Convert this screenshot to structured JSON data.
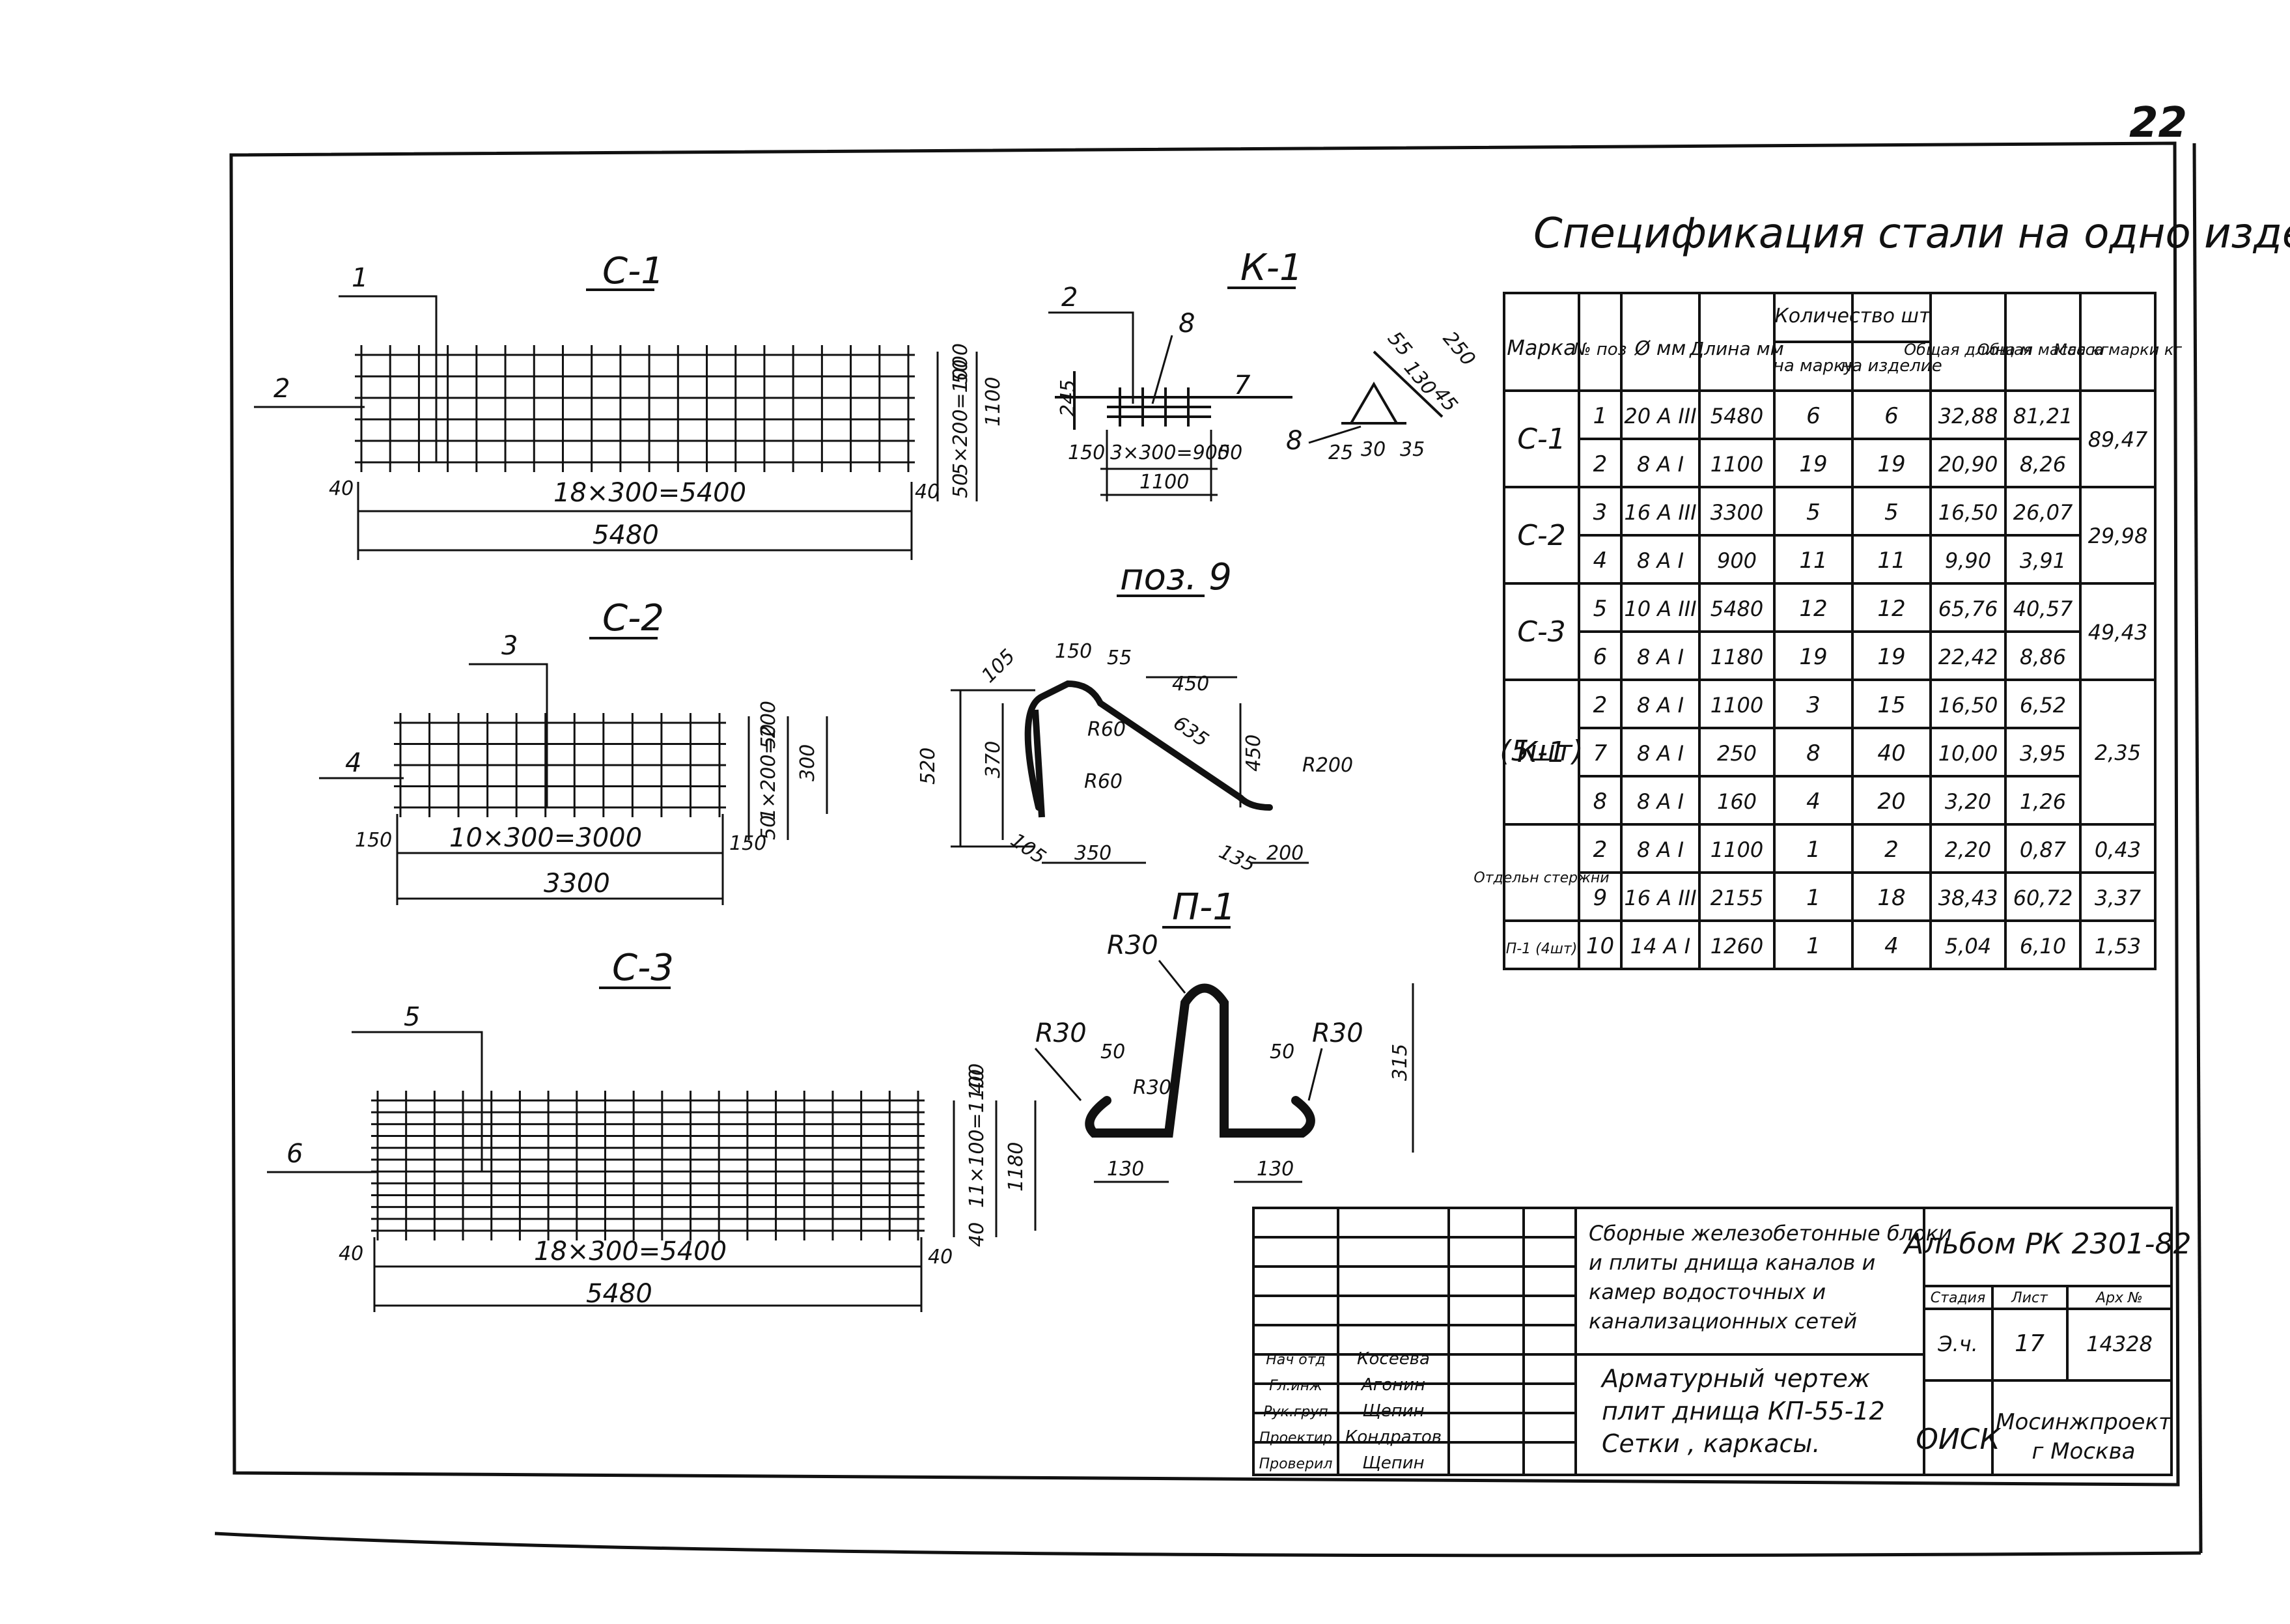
{
  "page_number": "22",
  "drawings": {
    "c1": {
      "title": "С-1",
      "pos_a": "1",
      "pos_b": "2",
      "dim_40l": "40",
      "dim_40r": "40",
      "dim_span": "18×300=5400",
      "dim_total": "5480",
      "dim_50a": "50",
      "dim_1100": "1100",
      "dim_inner": "5×200=1000",
      "dim_50b": "50"
    },
    "k1": {
      "title": "К-1",
      "pos_2": "2",
      "pos_8": "8",
      "pos_7": "7",
      "pos_8b": "8",
      "dim_245": "245",
      "dim_150": "150",
      "dim_span": "3×300=900",
      "dim_50": "50",
      "dim_1100": "1100",
      "d55": "55",
      "d250": "250",
      "d130": "130",
      "d45": "45",
      "d25": "25",
      "d30": "30",
      "d35": "35"
    },
    "poz9": {
      "title": "поз. 9",
      "d105a": "105",
      "d150": "150",
      "d55": "55",
      "d450a": "450",
      "dR60a": "R60",
      "d635": "635",
      "d450b": "450",
      "dR200": "R200",
      "d520": "520",
      "d370": "370",
      "dR60b": "R60",
      "d105b": "105",
      "d350": "350",
      "d135": "135",
      "d200": "200"
    },
    "c2": {
      "title": "С-2",
      "pos_3": "3",
      "pos_4": "4",
      "dim_150l": "150",
      "dim_span": "10×300=3000",
      "dim_150r": "150",
      "dim_total": "3300",
      "dim_50a": "50",
      "dim_inner": "1×200=200",
      "dim_300": "300",
      "dim_50b": "50"
    },
    "p1": {
      "title": "П-1",
      "dR30top": "R30",
      "dR30l": "R30",
      "d50l": "50",
      "dR30mid": "R30",
      "d50r": "50",
      "dR30r": "R30",
      "d315": "315",
      "d130l": "130",
      "d130r": "130"
    },
    "c3": {
      "title": "С-3",
      "pos_5": "5",
      "pos_6": "6",
      "dim_40l": "40",
      "dim_span": "18×300=5400",
      "dim_40r": "40",
      "dim_total": "5480",
      "dim_40a": "40",
      "dim_inner": "11×100=1100",
      "dim_40b": "40",
      "dim_1180": "1180"
    }
  },
  "spec": {
    "title": "Спецификация стали на одно изделие",
    "headers": {
      "marka": "Марка",
      "poz": "№ поз",
      "dia": "Ø мм",
      "dlina": "Длина мм",
      "kolvo": "Количество шт",
      "na_marku": "на марку",
      "na_izdelie": "на изделие",
      "obsh_dlina": "Общая длина м",
      "obsh_massa": "Общая масса кг",
      "massa_marki": "Масса марки кг"
    },
    "rows": [
      {
        "marka": "С-1",
        "poz": "1",
        "dia": "20 А III",
        "len": "5480",
        "nm": "6",
        "ni": "6",
        "od": "32,88",
        "om": "81,21",
        "mm": "89,47"
      },
      {
        "marka": "",
        "poz": "2",
        "dia": "8 А I",
        "len": "1100",
        "nm": "19",
        "ni": "19",
        "od": "20,90",
        "om": "8,26",
        "mm": ""
      },
      {
        "marka": "С-2",
        "poz": "3",
        "dia": "16 А III",
        "len": "3300",
        "nm": "5",
        "ni": "5",
        "od": "16,50",
        "om": "26,07",
        "mm": "29,98"
      },
      {
        "marka": "",
        "poz": "4",
        "dia": "8 А I",
        "len": "900",
        "nm": "11",
        "ni": "11",
        "od": "9,90",
        "om": "3,91",
        "mm": ""
      },
      {
        "marka": "С-3",
        "poz": "5",
        "dia": "10 А III",
        "len": "5480",
        "nm": "12",
        "ni": "12",
        "od": "65,76",
        "om": "40,57",
        "mm": "49,43"
      },
      {
        "marka": "",
        "poz": "6",
        "dia": "8 А I",
        "len": "1180",
        "nm": "19",
        "ni": "19",
        "od": "22,42",
        "om": "8,86",
        "mm": ""
      },
      {
        "marka": "К-1",
        "poz": "2",
        "dia": "8 А I",
        "len": "1100",
        "nm": "3",
        "ni": "15",
        "od": "16,50",
        "om": "6,52",
        "mm": "2,35"
      },
      {
        "marka": "(5шт)",
        "poz": "7",
        "dia": "8 А I",
        "len": "250",
        "nm": "8",
        "ni": "40",
        "od": "10,00",
        "om": "3,95",
        "mm": ""
      },
      {
        "marka": "",
        "poz": "8",
        "dia": "8 А I",
        "len": "160",
        "nm": "4",
        "ni": "20",
        "od": "3,20",
        "om": "1,26",
        "mm": ""
      },
      {
        "marka": "Отдельн стержни",
        "poz": "2",
        "dia": "8 А I",
        "len": "1100",
        "nm": "1",
        "ni": "2",
        "od": "2,20",
        "om": "0,87",
        "mm": "0,43"
      },
      {
        "marka": "",
        "poz": "9",
        "dia": "16 А III",
        "len": "2155",
        "nm": "1",
        "ni": "18",
        "od": "38,43",
        "om": "60,72",
        "mm": "3,37"
      },
      {
        "marka": "П-1 (4шт)",
        "poz": "10",
        "dia": "14 А I",
        "len": "1260",
        "nm": "1",
        "ni": "4",
        "od": "5,04",
        "om": "6,10",
        "mm": "1,53"
      }
    ]
  },
  "title_block": {
    "project": [
      "Сборные железобетонные блоки",
      "и плиты днища каналов и",
      "камер водосточных и",
      "канализационных сетей"
    ],
    "drawing": [
      "Арматурный чертеж",
      "плит днища КП-55-12",
      "Сетки , каркасы."
    ],
    "album": "Альбом РК 2301-82",
    "stage_h": "Стадия",
    "sheet_h": "Лист",
    "arch_h": "Арх №",
    "stage": "Э.ч.",
    "sheet": "17",
    "arch": "14328",
    "org_short": "ОИСК",
    "org": [
      "Мосинжпроект",
      "г Москва"
    ],
    "people": [
      {
        "role": "Нач отд",
        "name": "Косеева"
      },
      {
        "role": "Гл.инж",
        "name": "Агонин"
      },
      {
        "role": "Рук.груп",
        "name": "Щепин"
      },
      {
        "role": "Проектир",
        "name": "Кондратов"
      },
      {
        "role": "Проверил",
        "name": "Щепин"
      }
    ]
  }
}
